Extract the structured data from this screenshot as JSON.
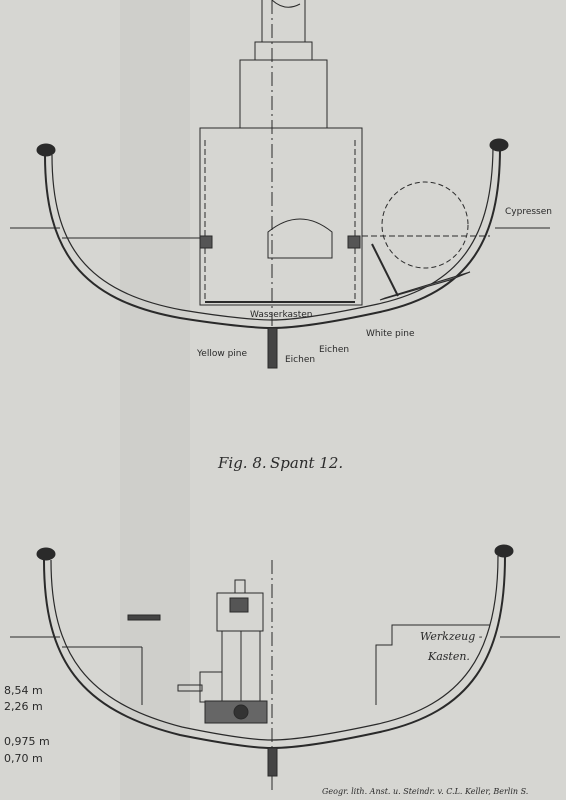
{
  "top_figure": {
    "labels": {
      "cypressen": "Cypressen",
      "wasserkasten": "Wasserkasten",
      "white_pine": "White pine",
      "yellow_pine": "Yellow pine",
      "eichen_left": "Eichen",
      "eichen_right": "Eichen"
    }
  },
  "caption": {
    "fig": "Fig. 8.",
    "spant": "Spant 12."
  },
  "bottom_figure": {
    "labels": {
      "werkzeug": "Werkzeug -",
      "kasten": "Kasten."
    }
  },
  "dimensions": [
    "8,54 m",
    "2,26 m",
    "0,975 m",
    "0,70  m"
  ],
  "imprint": "Geogr. lith. Anst. u. Steindr. v. C.L. Keller, Berlin S.",
  "colors": {
    "paper": "#d6d6d2",
    "ink": "#2a2a2a",
    "hull_fill": "#8a8a86"
  }
}
